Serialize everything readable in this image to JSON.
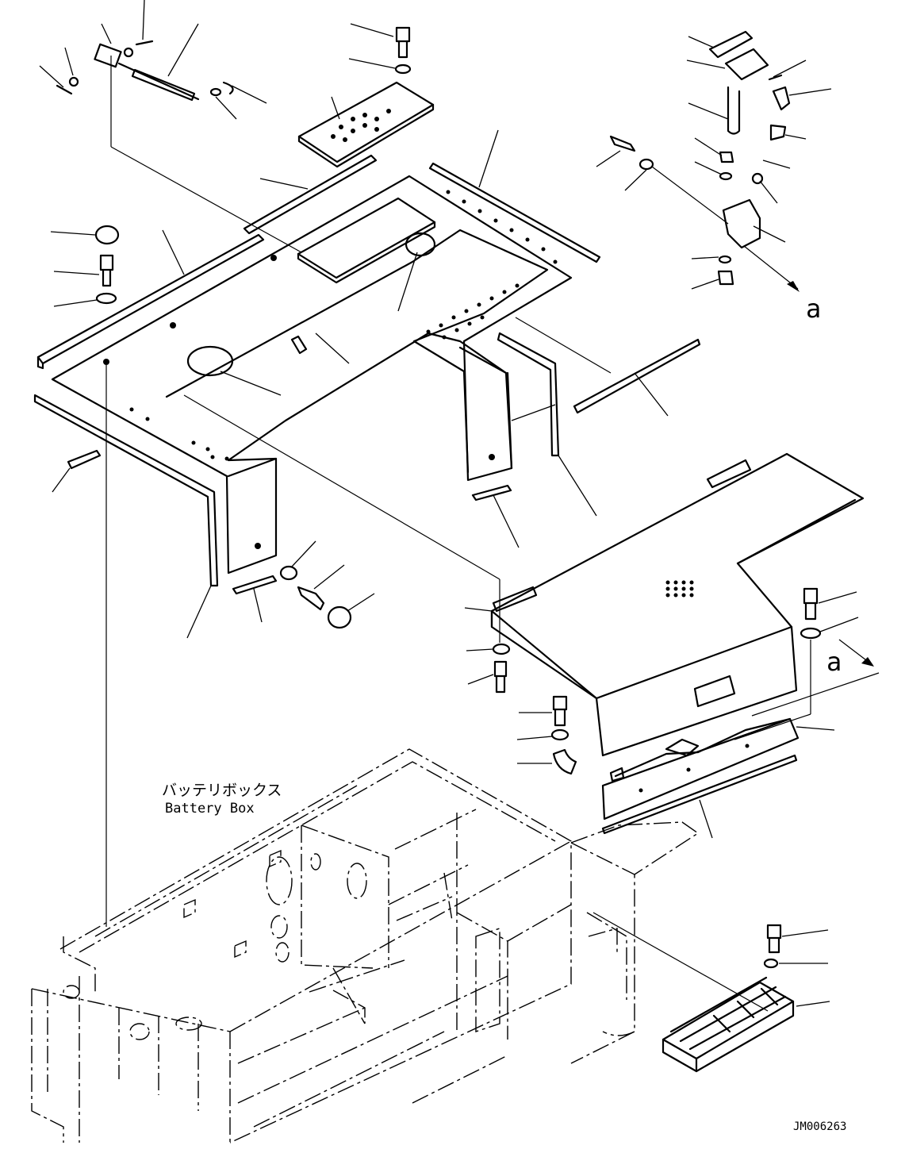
{
  "labels": {
    "battery_box_jp": "バッテリボックス",
    "battery_box_en": "Battery Box",
    "view_a_top": "a",
    "view_a_side": "a",
    "drawing_id": "JM006263"
  }
}
